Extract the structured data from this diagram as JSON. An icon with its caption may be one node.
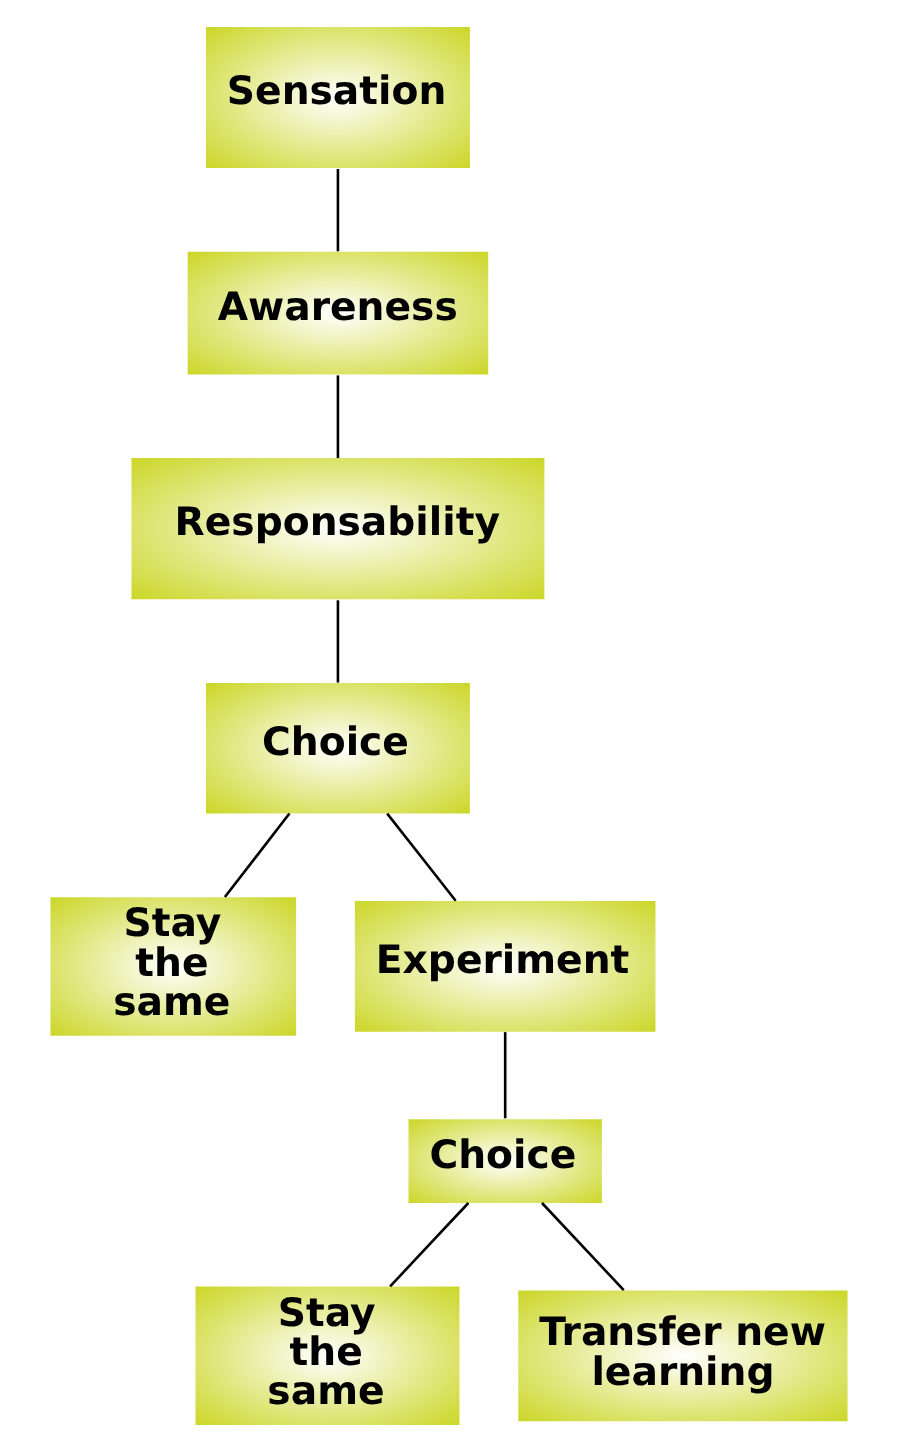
{
  "diagram": {
    "nodes": [
      {
        "text": [
          "Sensation"
        ]
      },
      {
        "text": [
          "Awareness"
        ]
      },
      {
        "text": [
          "Responsability"
        ]
      },
      {
        "text": [
          "Choice"
        ]
      },
      {
        "text": [
          "Stay the same"
        ]
      },
      {
        "text": [
          "Experiment"
        ]
      },
      {
        "text": [
          "Choice"
        ]
      },
      {
        "text": [
          "Stay the same"
        ]
      },
      {
        "text": [
          "Transfer new learning"
        ]
      }
    ],
    "edges": [
      {
        "from": 0,
        "to": 1,
        "arrow": "none"
      },
      {
        "from": 1,
        "to": 2,
        "arrow": "none"
      },
      {
        "from": 2,
        "to": 3,
        "arrow": "none"
      },
      {
        "from": 3,
        "to": 4,
        "arrow": "none"
      },
      {
        "from": 3,
        "to": 5,
        "arrow": "none"
      },
      {
        "from": 5,
        "to": 6,
        "arrow": "none"
      },
      {
        "from": 6,
        "to": 7,
        "arrow": "none"
      },
      {
        "from": 6,
        "to": 8,
        "arrow": "none"
      }
    ]
  }
}
